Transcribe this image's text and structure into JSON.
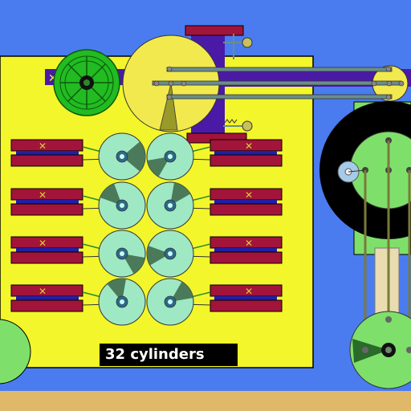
{
  "caption": {
    "text": "32 cylinders"
  },
  "engine": {
    "cylinder_count": 32,
    "bank_rows": 4,
    "units_per_row": 4
  },
  "icons": {
    "flywheel": "green-flywheel-icon",
    "cam": "yellow-cam-disc-icon",
    "crank": "crank-wheel-icon"
  },
  "colors": {
    "background": "#4a7cf0",
    "ground": "#e0b86a",
    "block": "#f3f62a",
    "cylinder_bar": "#a3143a",
    "cylinder_core": "#1f1fa6",
    "rotor": "#9fe8c4",
    "flywheel": "#22bb22",
    "cam": "#f2e94e",
    "rod": "#7a7a3a",
    "rail": "#6a8e8a",
    "wheel": "#7ee06a",
    "beam": "#e8dcb0",
    "frame": "#4a1aa6"
  }
}
